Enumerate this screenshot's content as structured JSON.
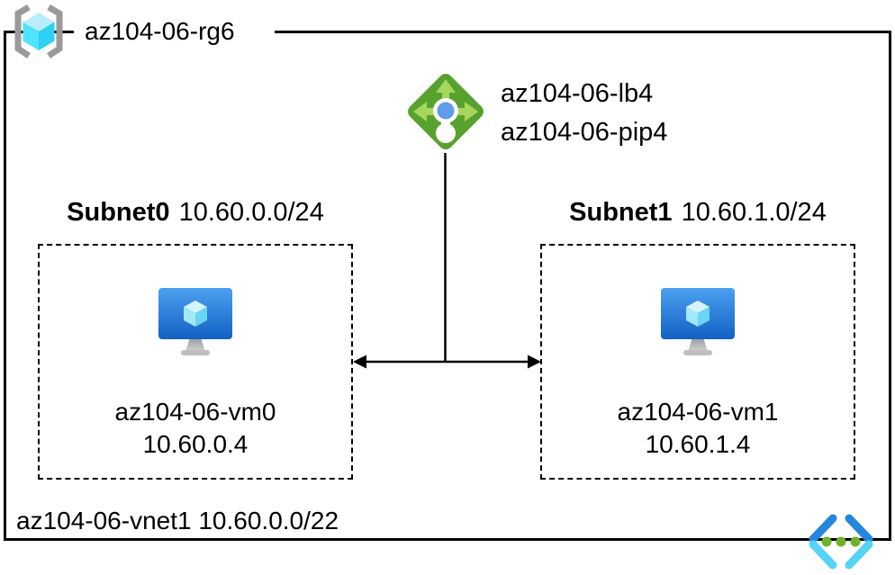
{
  "resource_group": {
    "label": "az104-06-rg6",
    "icon": "resource-group-icon"
  },
  "load_balancer": {
    "name": "az104-06-lb4",
    "public_ip": "az104-06-pip4",
    "icon": "load-balancer-icon"
  },
  "subnets": [
    {
      "name": "Subnet0",
      "cidr": "10.60.0.0/24",
      "vm": {
        "name": "az104-06-vm0",
        "ip": "10.60.0.4",
        "icon": "virtual-machine-icon"
      }
    },
    {
      "name": "Subnet1",
      "cidr": "10.60.1.0/24",
      "vm": {
        "name": "az104-06-vm1",
        "ip": "10.60.1.4",
        "icon": "virtual-machine-icon"
      }
    }
  ],
  "vnet": {
    "label": "az104-06-vnet1 10.60.0.0/22",
    "icon": "virtual-network-icon"
  },
  "connections": {
    "lb_to_subnets": "vertical line from load balancer joining a double-headed arrow between Subnet0 and Subnet1"
  },
  "colors": {
    "line": "#000000",
    "rg_bracket": "#9a9a9a",
    "rg_cube_top": "#b7edfc",
    "rg_cube_left": "#4fe3fe",
    "rg_cube_right": "#2cd1f3",
    "lb_diamond": "#57a22f",
    "lb_arrow": "#a7d65c",
    "lb_dot": "#5f9de8",
    "vm_screen_top": "#4da0f0",
    "vm_screen_bottom": "#1261c4",
    "vm_cube": "#a3e7fa",
    "vnet_chevron_dark": "#2586dd",
    "vnet_chevron_light": "#55d4f8",
    "vnet_dot": "#6fb22c"
  }
}
